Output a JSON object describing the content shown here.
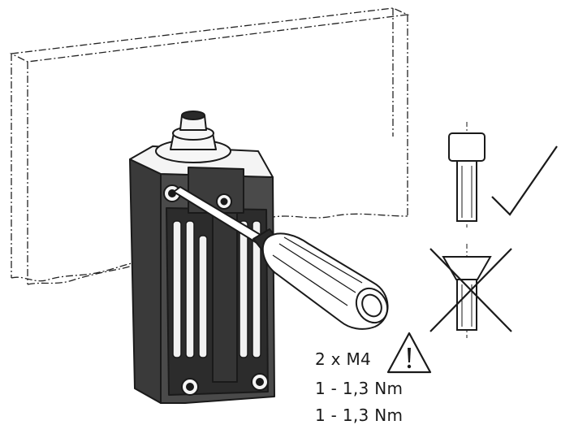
{
  "specs": {
    "screws": "2 x M4",
    "torque_line_1": "1 - 1,3 Nm",
    "torque_line_2": "1 - 1,3 Nm"
  },
  "icons": {
    "warning": "warning-triangle-icon",
    "correct": "checkmark-icon",
    "incorrect": "cross-icon"
  }
}
